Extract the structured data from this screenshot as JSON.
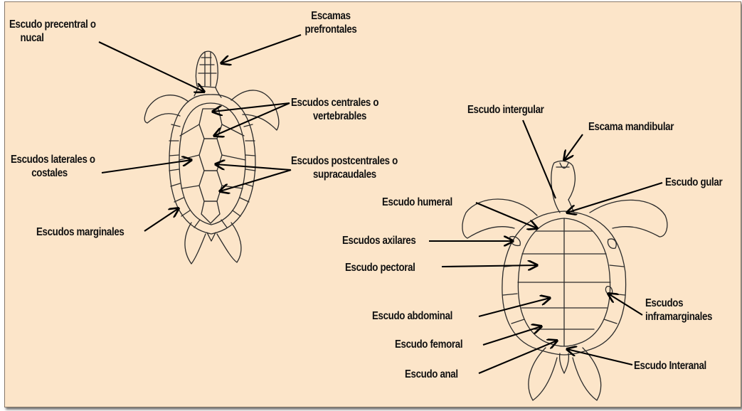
{
  "colors": {
    "background": "#fce5c9",
    "line": "#2b2b2b",
    "arrow": "#000000"
  },
  "labels": {
    "escudo_precentral": [
      "Escudo precentral o",
      "nucal"
    ],
    "escamas_prefrontales": [
      "Escamas",
      "prefrontales"
    ],
    "escudos_centrales": [
      "Escudos centrales o",
      "vertebrables"
    ],
    "escudos_laterales": [
      "Escudos laterales o",
      "costales"
    ],
    "escudos_postcentrales": [
      "Escudos postcentrales o",
      "supracaudales"
    ],
    "escudos_marginales": "Escudos marginales",
    "escudo_intergular": "Escudo intergular",
    "escama_mandibular": "Escama mandibular",
    "escudo_gular": "Escudo gular",
    "escudo_humeral": "Escudo humeral",
    "escudos_axilares": "Escudos axilares",
    "escudo_pectoral": "Escudo pectoral",
    "escudo_abdominal": "Escudo abdominal",
    "escudos_inframarginales": [
      "Escudos",
      "inframarginales"
    ],
    "escudo_femoral": "Escudo femoral",
    "escudo_anal": "Escudo anal",
    "escudo_interanal": "Escudo Interanal"
  }
}
